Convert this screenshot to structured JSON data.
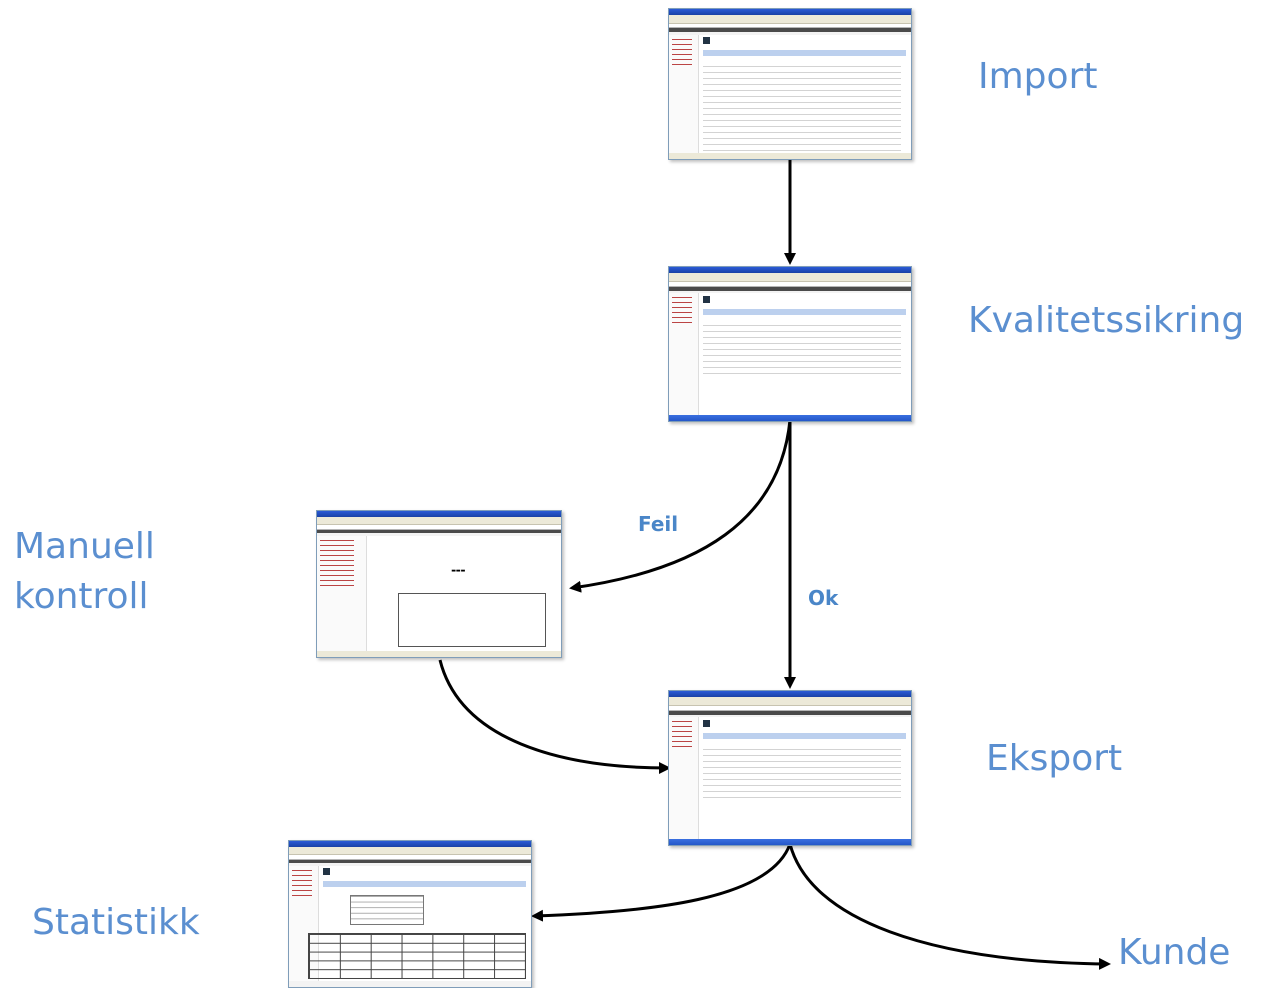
{
  "stages": {
    "import": "Import",
    "quality": "Kvalitetssikring",
    "manual": [
      "Manuell",
      "kontroll"
    ],
    "export": "Eksport",
    "stats": "Statistikk",
    "customer": "Kunde"
  },
  "edges": {
    "error": "Feil",
    "ok": "Ok"
  },
  "colors": {
    "label": "#5b8fd0",
    "edge_label": "#4a86c8",
    "arrow": "#000000"
  }
}
